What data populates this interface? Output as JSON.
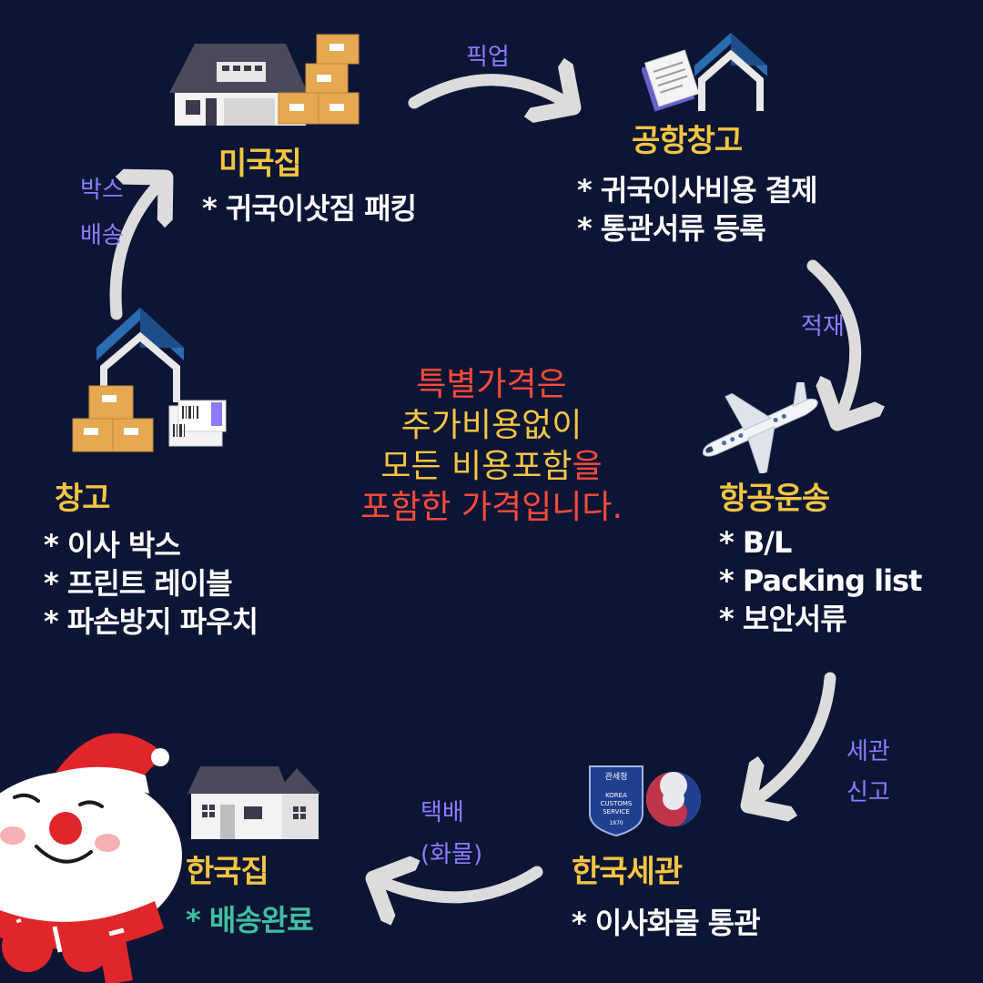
{
  "nodes": {
    "us_home": {
      "title": "미국집",
      "items": [
        "* 귀국이삿짐 패킹"
      ]
    },
    "airport_warehouse": {
      "title": "공항창고",
      "items": [
        "* 귀국이사비용 결제",
        "* 통관서류 등록"
      ]
    },
    "air_transport": {
      "title": "항공운송",
      "items": [
        "* B/L",
        "* Packing list",
        "* 보안서류"
      ]
    },
    "korea_customs": {
      "title": "한국세관",
      "items": [
        "* 이사화물 통관"
      ]
    },
    "korea_home": {
      "title": "한국집",
      "items": [
        "* 배송완료"
      ]
    },
    "warehouse": {
      "title": "창고",
      "items": [
        "* 이사 박스",
        "* 프린트 레이블",
        "* 파손방지 파우치"
      ]
    }
  },
  "arrows": {
    "pickup": "픽업",
    "loading": "적재",
    "customs_line1": "세관",
    "customs_line2": "신고",
    "courier_line1": "택배",
    "courier_line2": "(화물)",
    "box_line1": "박스",
    "box_line2": "배송"
  },
  "center": {
    "line1": "특별가격은",
    "line2": "추가비용없이",
    "line3a": "모든 비용포함",
    "line3b": "을",
    "line4": "포함한 가격입니다."
  },
  "customs_badge": {
    "agency": "관세청",
    "text1": "KOREA",
    "text2": "CUSTOMS",
    "text3": "SERVICE",
    "year": "1970"
  },
  "colors": {
    "background": "#0d1535",
    "title": "#f4c542",
    "text": "#ffffff",
    "handwriting": "#8d7bff",
    "center_red": "#ff4b3a",
    "center_yellow": "#f4c542",
    "delivered": "#3fbfa0",
    "arrow": "#dcdcdc"
  }
}
